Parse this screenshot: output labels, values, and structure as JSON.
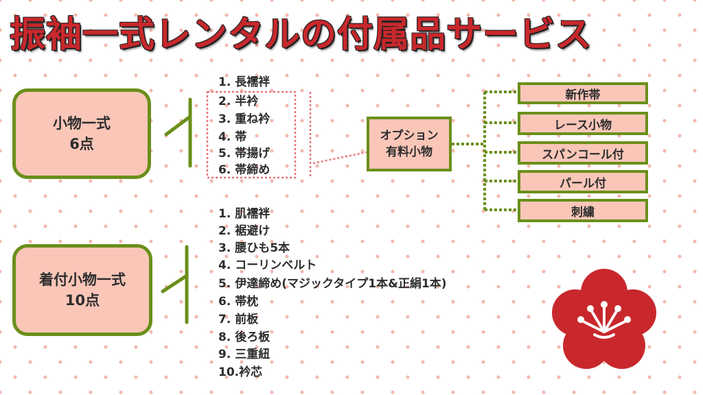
{
  "title": "振袖一式レンタルの付属品サービス",
  "groups": [
    {
      "line1": "小物一式",
      "line2": "6点",
      "items": [
        "1. 長襦袢",
        "2. 半衿",
        "3. 重ね衿",
        "4. 帯",
        "5. 帯揚げ",
        "6. 帯締め"
      ]
    },
    {
      "line1": "着付小物一式",
      "line2": "10点",
      "items": [
        "1. 肌襦袢",
        "2. 裾避け",
        "3. 腰ひも5本",
        "4. コーリンベルト",
        "5. 伊達締め(マジックタイプ1本&正絹1本)",
        "6. 帯枕",
        "7. 前板",
        "8. 後ろ板",
        "9. 三重紐",
        "10.衿芯"
      ]
    }
  ],
  "option": {
    "line1": "オプション",
    "line2": "有料小物",
    "items": [
      "新作帯",
      "レース小物",
      "スパンコール付",
      "パール付",
      "刺繍"
    ]
  },
  "colors": {
    "title": "#c8282c",
    "box_fill": "#f9c6b8",
    "box_border": "#6a8f1a",
    "dotted_red": "#e8737a",
    "dotted_green": "#6a8f1a",
    "plum": "#c8282c"
  },
  "icons": [
    "plum-blossom-icon"
  ]
}
